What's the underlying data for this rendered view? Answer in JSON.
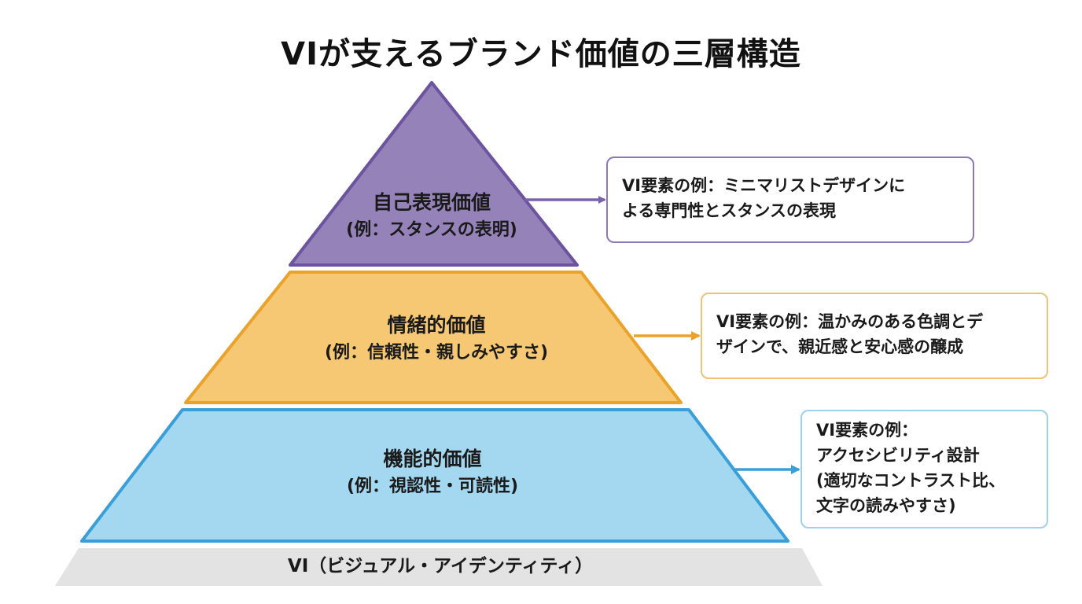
{
  "title": "VIが支えるブランド価値の三層構造",
  "colors": {
    "top_fill": "#9582b8",
    "top_stroke": "#6b53a0",
    "middle_fill": "#f7c873",
    "middle_stroke": "#eaa22a",
    "bottom_fill": "#a3d8f0",
    "bottom_stroke": "#3a9fd8",
    "base_fill": "#e3e3e3"
  },
  "layers": [
    {
      "id": "top",
      "name": "自己表現価値",
      "example": "(例：スタンスの表明)",
      "vi_example": [
        "VI要素の例：ミニマリストデザインに",
        "よる専門性とスタンスの表現"
      ]
    },
    {
      "id": "middle",
      "name": "情緒的価値",
      "example": "(例：信頼性・親しみやすさ)",
      "vi_example": [
        "VI要素の例：温かみのある色調とデ",
        "ザインで、親近感と安心感の醸成"
      ]
    },
    {
      "id": "bottom",
      "name": "機能的価値",
      "example": "(例：視認性・可読性)",
      "vi_example": [
        "VI要素の例：",
        "アクセシビリティ設計",
        "(適切なコントラスト比、",
        "文字の読みやすさ)"
      ]
    }
  ],
  "base": {
    "label": "VI（ビジュアル・アイデンティティ）"
  }
}
